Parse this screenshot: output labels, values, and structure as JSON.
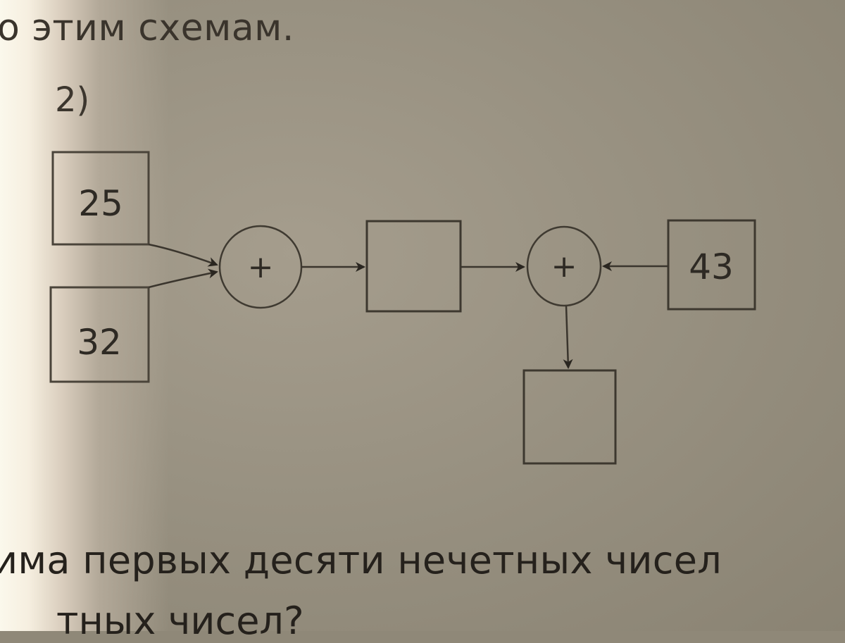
{
  "page": {
    "top_text": "о этим схемам.",
    "problem_label": "2)",
    "bottom_text_line1": "има первых десяти нечетных чисел",
    "bottom_text_line2": "тных чисел?"
  },
  "diagram": {
    "inputs": [
      {
        "id": "input-a",
        "value": "25"
      },
      {
        "id": "input-b",
        "value": "32"
      },
      {
        "id": "input-c",
        "value": "43"
      }
    ],
    "operators": [
      {
        "id": "op-1",
        "symbol": "+"
      },
      {
        "id": "op-2",
        "symbol": "+"
      }
    ],
    "result_boxes": [
      {
        "id": "intermediate",
        "value": ""
      },
      {
        "id": "final",
        "value": ""
      }
    ],
    "flow": [
      "25 → op-1",
      "32 → op-1",
      "op-1 → intermediate",
      "intermediate → op-2",
      "43 → op-2",
      "op-2 → final"
    ]
  }
}
